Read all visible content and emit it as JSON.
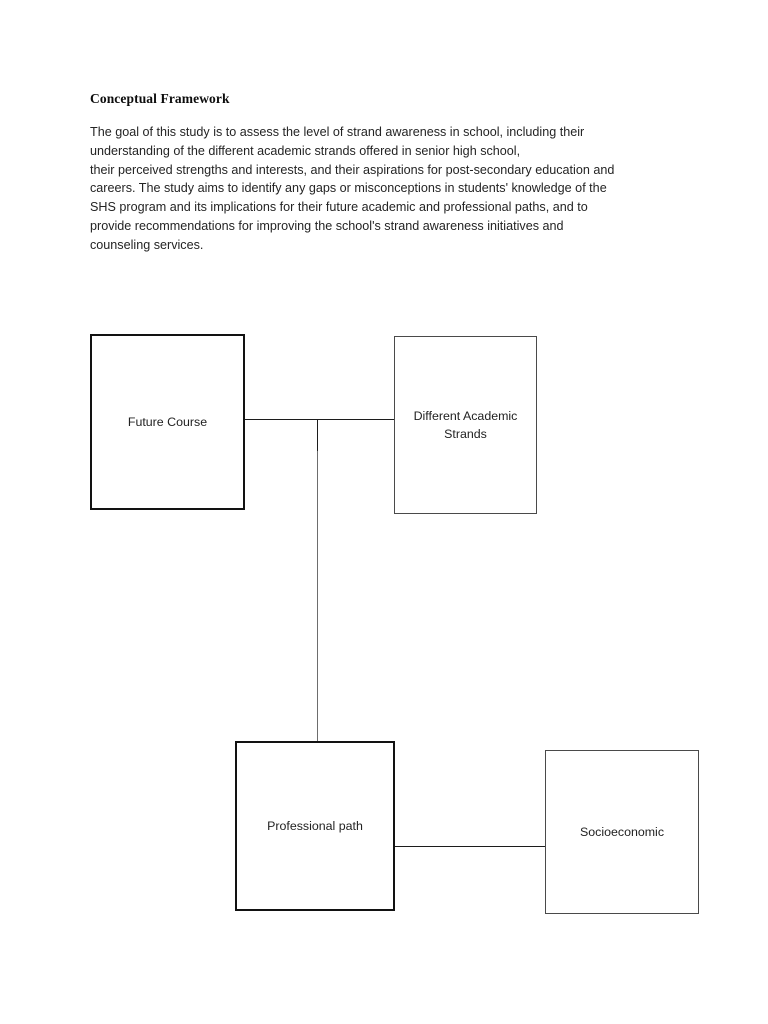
{
  "document": {
    "heading": "Conceptual Framework",
    "paragraph_lines": [
      "The goal of this study is to assess the level of strand awareness in school, including their",
      "understanding of the different academic strands offered in senior high school,",
      "their perceived strengths and interests, and their aspirations for post-secondary education and",
      "careers. The study aims to identify any gaps or misconceptions in students' knowledge of the",
      "SHS program and its implications for their future academic and professional paths, and to",
      "provide recommendations for improving the school's strand awareness initiatives and",
      "counseling services."
    ],
    "paragraph_full": "The goal of this study is to assess the level of strand awareness in school, including their understanding of the different academic strands offered in senior high school, their perceived strengths and interests, and their aspirations for post-secondary education and careers. The study aims to identify any gaps or misconceptions in students' knowledge of the SHS program and its implications for their future academic and professional paths, and to provide recommendations for improving the school's strand awareness initiatives and counseling services."
  },
  "diagram": {
    "type": "flowchart",
    "nodes": [
      {
        "id": "future-course",
        "label": "Future Course",
        "label_line_1": "Future Course",
        "label_line_2": "",
        "border": "heavy"
      },
      {
        "id": "academic-strands",
        "label": "Different Academic Strands",
        "label_line_1": "Different Academic",
        "label_line_2": "Strands",
        "border": "light"
      },
      {
        "id": "professional-path",
        "label": "Professional path",
        "label_line_1": "Professional path",
        "label_line_2": "",
        "border": "heavy"
      },
      {
        "id": "socioeconomic",
        "label": "Socioeconomic",
        "label_line_1": "Socioeconomic",
        "label_line_2": "",
        "border": "light"
      }
    ],
    "connectors": [
      {
        "id": "top-horizontal",
        "from": "future-course",
        "to": "academic-strands",
        "orientation": "horizontal"
      },
      {
        "id": "vertical-stem",
        "from": "top-horizontal",
        "to": "professional-path",
        "orientation": "vertical"
      },
      {
        "id": "bottom-horizontal",
        "from": "professional-path",
        "to": "socioeconomic",
        "orientation": "horizontal"
      }
    ]
  },
  "colors": {
    "page_background": "#ffffff",
    "text": "#242424",
    "heading": "#0d0d0d",
    "border_heavy": "#121212",
    "border_light": "#4a4a4a",
    "connector": "#1c1c1c",
    "connector_faded": "#6d6d6d"
  }
}
